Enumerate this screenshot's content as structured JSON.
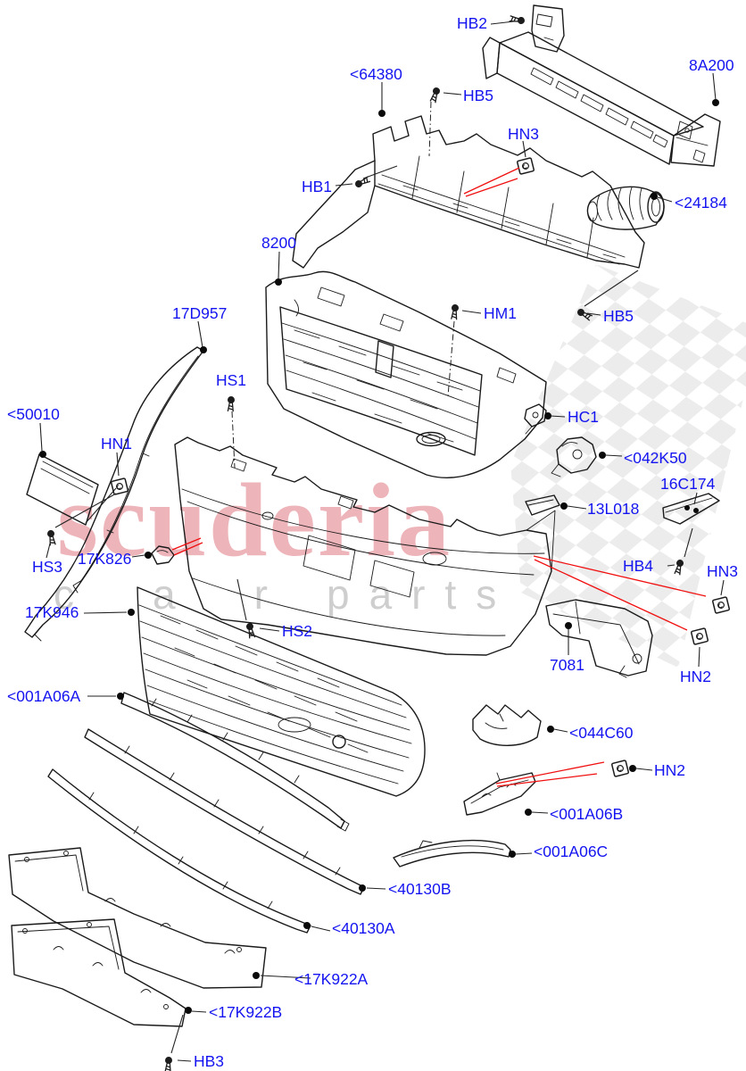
{
  "diagram": {
    "type": "exploded-parts-diagram",
    "subject": "front bumper and grille assembly",
    "colors": {
      "label_blue": "#1414F0",
      "line_black": "#1a1a1a",
      "pointer_red": "#F01010",
      "watermark_pink": "#EBA8AF",
      "watermark_gray": "#C9C9C9",
      "flag_gray": "#DCDCDC",
      "background": "#FFFFFF"
    },
    "watermark": {
      "brand": "scuderia",
      "tagline_word1": "car",
      "tagline_word2": "parts"
    },
    "parts": [
      {
        "label": "HB2"
      },
      {
        "label": "8A200"
      },
      {
        "label": "<64380"
      },
      {
        "label": "HB5"
      },
      {
        "label": "HN3"
      },
      {
        "label": "HB1"
      },
      {
        "label": "<24184"
      },
      {
        "label": "8200"
      },
      {
        "label": "17D957"
      },
      {
        "label": "HM1"
      },
      {
        "label": "HB5"
      },
      {
        "label": "HS1"
      },
      {
        "label": "<50010"
      },
      {
        "label": "HN1"
      },
      {
        "label": "HC1"
      },
      {
        "label": "<042K50"
      },
      {
        "label": "16C174"
      },
      {
        "label": "13L018"
      },
      {
        "label": "HS3"
      },
      {
        "label": "17K826"
      },
      {
        "label": "HB4"
      },
      {
        "label": "HN3"
      },
      {
        "label": "17K946"
      },
      {
        "label": "HS2"
      },
      {
        "label": "7081"
      },
      {
        "label": "HN2"
      },
      {
        "label": "<001A06A"
      },
      {
        "label": "<044C60"
      },
      {
        "label": "HN2"
      },
      {
        "label": "<001A06B"
      },
      {
        "label": "<001A06C"
      },
      {
        "label": "<40130B"
      },
      {
        "label": "<40130A"
      },
      {
        "label": "<17K922A"
      },
      {
        "label": "<17K922B"
      },
      {
        "label": "HB3"
      }
    ]
  }
}
